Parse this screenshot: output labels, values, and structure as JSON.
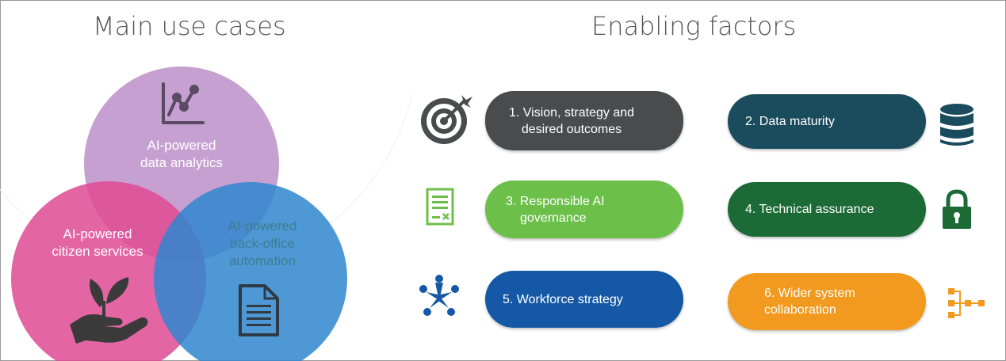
{
  "titles": {
    "left": "Main use cases",
    "right": "Enabling factors"
  },
  "venn": {
    "analytics": {
      "line1": "AI-powered",
      "line2": "data analytics",
      "color": "#b98bc7"
    },
    "citizen": {
      "line1": "AI-powered",
      "line2": "citizen services",
      "color": "#df4a93"
    },
    "backoffice": {
      "line1": "AI-powered",
      "line2": "back-office",
      "line3": "automation",
      "color": "#2f86cf"
    }
  },
  "factors": [
    {
      "line1": "1. Vision, strategy and",
      "line2": "desired outcomes",
      "color": "#4a4b4d",
      "icon": "target-icon"
    },
    {
      "line1": "2. Data maturity",
      "line2": "",
      "color": "#1b4c5e",
      "icon": "database-icon"
    },
    {
      "line1": "3. Responsible AI",
      "line2": "governance",
      "color": "#6cc04a",
      "icon": "document-checklist-icon"
    },
    {
      "line1": "4. Technical assurance",
      "line2": "",
      "color": "#1c6b36",
      "icon": "padlock-icon"
    },
    {
      "line1": "5. Workforce strategy",
      "line2": "",
      "color": "#1558a6",
      "icon": "team-collaboration-icon"
    },
    {
      "line1": "6. Wider system",
      "line2": "collaboration",
      "color": "#f29a1f",
      "icon": "network-hierarchy-icon"
    }
  ]
}
